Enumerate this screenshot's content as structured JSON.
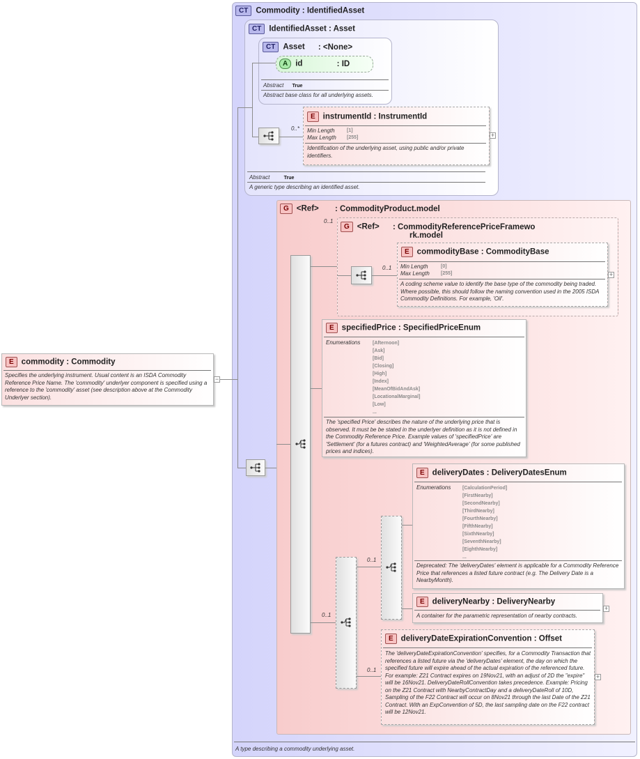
{
  "root_type": {
    "badge": "CT",
    "name": "Commodity",
    "base": ": IdentifiedAsset",
    "footer_doc": "A type describing a commodity underlying asset."
  },
  "identified_asset": {
    "badge": "CT",
    "name": "IdentifiedAsset",
    "base": ": Asset",
    "abstract_label": "Abstract",
    "abstract_value": "True",
    "doc": "A generic type describing an identified asset."
  },
  "asset": {
    "badge": "CT",
    "name": "Asset",
    "base": ": <None>",
    "abstract_label": "Abstract",
    "abstract_value": "True",
    "doc": "Abstract base class for all underlying assets.",
    "attribute": {
      "badge": "A",
      "name": "id",
      "type": ": ID"
    }
  },
  "instrument_id": {
    "badge": "E",
    "name": "instrumentId",
    "type": ": InstrumentId",
    "multiplicity": "0..*",
    "facets": [
      {
        "label": "Min Length",
        "value": "[1]"
      },
      {
        "label": "Max Length",
        "value": "[255]"
      }
    ],
    "doc": "Identification of the underlying asset, using public and/or private identifiers."
  },
  "commodity_element": {
    "badge": "E",
    "name": "commodity",
    "type": ": Commodity",
    "doc": "Specifies the underlying instrument. Usual content is an ISDA Commodity Reference Price Name. The 'commodity' underlyer component is specified using a reference to the 'commodity' asset (see description above at the Commodity Underlyer section)."
  },
  "product_group": {
    "badge": "G",
    "ref": "<Ref>",
    "name": ": CommodityProduct.model"
  },
  "ref_price_group": {
    "badge": "G",
    "ref": "<Ref>",
    "name_line1": ": CommodityReferencePriceFramewo",
    "name_line2": "rk.model",
    "multiplicity": "0..1"
  },
  "commodity_base": {
    "badge": "E",
    "name": "commodityBase",
    "type": ": CommodityBase",
    "multiplicity": "0..1",
    "facets": [
      {
        "label": "Min Length",
        "value": "[0]"
      },
      {
        "label": "Max Length",
        "value": "[255]"
      }
    ],
    "doc": "A coding scheme value to identify the base type of the commodity being traded. Where possible, this should follow the naming convention used in the 2005 ISDA Commodity Definitions. For example, 'Oil'."
  },
  "specified_price": {
    "badge": "E",
    "name": "specifiedPrice",
    "type": ": SpecifiedPriceEnum",
    "enum_label": "Enumerations",
    "enumerations": [
      "[Afternoon]",
      "[Ask]",
      "[Bid]",
      "[Closing]",
      "[High]",
      "[Index]",
      "[MeanOfBidAndAsk]",
      "[LocationalMarginal]",
      "[Low]",
      "..."
    ],
    "doc": "The 'specified Price' describes the nature of the underlying price that is observed. It must be be stated in the underlyer definition as it is not defined in the Commodity Reference Price. Example values of 'specifiedPrice' are 'Settlement' (for a futures contract) and 'WeightedAverage' (for some published prices and indices)."
  },
  "delivery_dates": {
    "badge": "E",
    "name": "deliveryDates",
    "type": ": DeliveryDatesEnum",
    "enum_label": "Enumerations",
    "enumerations": [
      "[CalculationPeriod]",
      "[FirstNearby]",
      "[SecondNearby]",
      "[ThirdNearby]",
      "[FourthNearby]",
      "[FifthNearby]",
      "[SixthNearby]",
      "[SeventhNearby]",
      "[EighthNearby]",
      "..."
    ],
    "doc": "Deprecated: The 'deliveryDates' element is applicable for a Commodity Reference Price that references a listed future contract (e.g. The Delivery Date is a NearbyMonth)."
  },
  "delivery_nearby": {
    "badge": "E",
    "name": "deliveryNearby",
    "type": ": DeliveryNearby",
    "doc": "A container for the parametric representation of nearby contracts."
  },
  "delivery_date_expiration": {
    "badge": "E",
    "name": "deliveryDateExpirationConvention",
    "type": ": Offset",
    "multiplicity": "0..1",
    "doc": "The 'deliveryDateExpirationConvention' specifies, for a Commodity Transaction that references a listed future via the 'deliveryDates' element, the day on which the specified future will expire ahead of the actual expiration of the referenced future. For example: Z21 Contract expires on 19Nov21, with an adjust of 2D the \"expire\" will be 16Nov21. DeliveryDateRollConvention takes precedence. Example: Pricing on the Z21 Contract with NearbyContractDay and a deliveryDateRoll of 10D, Sampling of the F22 Contract will occur on 8Nov21 through the last Date of the Z21 Contract. With an ExpConvention of 5D, the last sampling date on the F22 contract will be 12Nov21."
  },
  "multiplicities": {
    "ref_group": "0..1",
    "delivery_choice": "0..1",
    "delivery_dates_choice": "0..1"
  }
}
